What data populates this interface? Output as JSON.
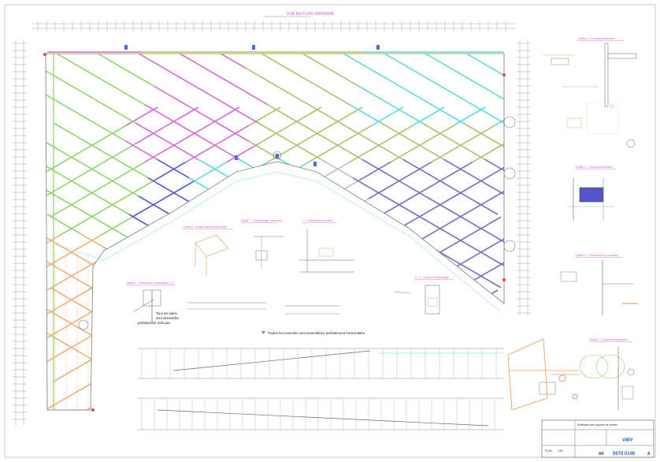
{
  "sheet": {
    "title": "VUE EN PLAN VERRIERE"
  },
  "colors": {
    "ink": "#555555",
    "magenta": "#d86ad8",
    "green": "#8fd66a",
    "olive": "#b4be6e",
    "cyan": "#5fd8e0",
    "purple": "#7a6ac4",
    "blue": "#5656cc",
    "orange": "#f2b078",
    "grey": "#c0c0c0",
    "red": "#e84a4a",
    "brand_blue": "#1e64c8"
  },
  "details": {
    "d1": "Détail 1 - Consoles standards",
    "d2": "Détail 2 - Consoles verticales",
    "d3": "Détail 3 - Consoles mini-consoles",
    "d4": "Détail 4 - Consoles biseautées",
    "d5": "Détail 5 - Tubes bout implantation (+/-)",
    "d6": "Détail 6 - Angles tube périphérique",
    "d7": "Détail 7 - Rallongeage des tubes",
    "d8": "I - I - Détail les traverses",
    "d9": "H - H - Coupure biseautage"
  },
  "notes": {
    "tubes_line1": "Tous les tubes",
    "tubes_line2": "sont assemblés",
    "tubes_line3": "parfaitement verticaux",
    "consoles_note": "Toutes les consoles sont assemblées parfaitement horizontales"
  },
  "title_block": {
    "project": "Réalisation des supports de verrière",
    "client": "VIRY",
    "scale": "1/50",
    "format": "A0",
    "drawing_no": "0070 0140",
    "revision": "A",
    "label": "PLAN"
  }
}
